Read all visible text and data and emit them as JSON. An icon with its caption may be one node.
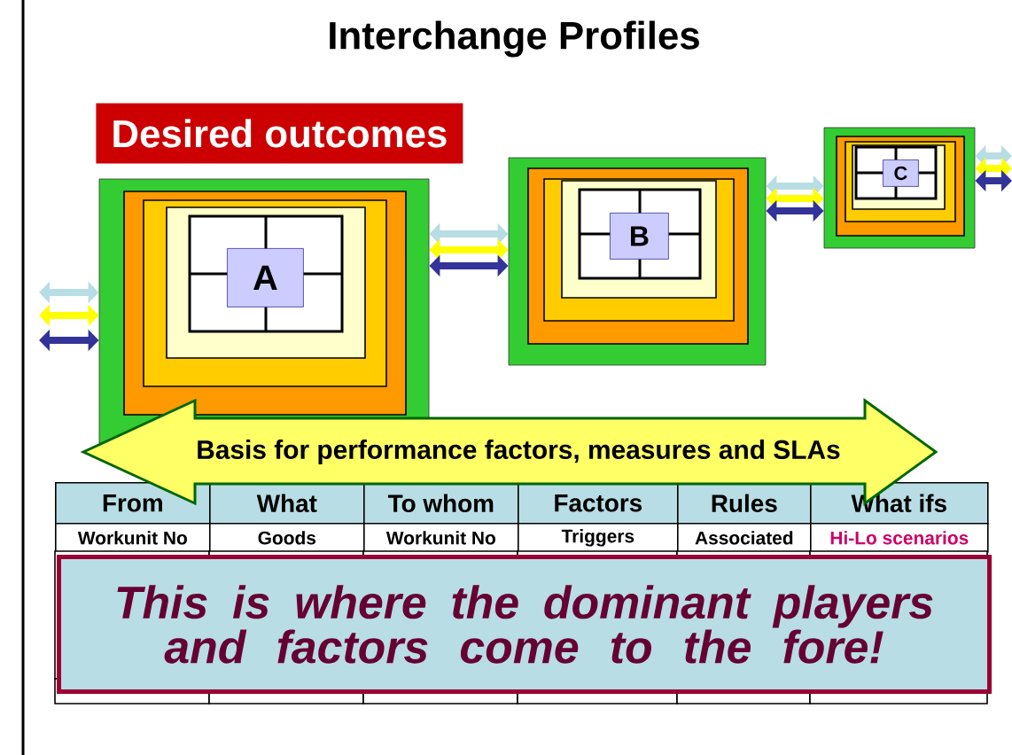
{
  "diagram": {
    "title": "Interchange Profiles",
    "nodes": [
      {
        "text": [
          "Desired outcomes"
        ]
      },
      {
        "text": [],
        "shape": "box"
      },
      {
        "text": [
          "A"
        ],
        "in": 1
      },
      {
        "text": [],
        "shape": "box"
      },
      {
        "text": [
          "B"
        ],
        "in": 3
      },
      {
        "text": [],
        "shape": "box"
      },
      {
        "text": [
          "C"
        ],
        "in": 5
      },
      {
        "text": [
          "Basis for performance factors, measures and SLAs"
        ]
      },
      {
        "text": [
          "This is where the dominant players and factors come to the fore!"
        ]
      }
    ],
    "edges": [
      {
        "from": null,
        "to": 1,
        "arrow": "both",
        "color": "#b8dde4"
      },
      {
        "from": null,
        "to": 1,
        "arrow": "both",
        "color": "#ffff00"
      },
      {
        "from": null,
        "to": 1,
        "arrow": "both",
        "color": "#333399"
      },
      {
        "from": 1,
        "to": 3,
        "arrow": "both",
        "color": "#b8dde4"
      },
      {
        "from": 1,
        "to": 3,
        "arrow": "both",
        "color": "#ffff00"
      },
      {
        "from": 1,
        "to": 3,
        "arrow": "both",
        "color": "#333399"
      },
      {
        "from": 3,
        "to": 5,
        "arrow": "both",
        "color": "#b8dde4"
      },
      {
        "from": 3,
        "to": 5,
        "arrow": "both",
        "color": "#ffff00"
      },
      {
        "from": 3,
        "to": 5,
        "arrow": "both",
        "color": "#333399"
      },
      {
        "from": 5,
        "to": null,
        "arrow": "both",
        "color": "#b8dde4"
      },
      {
        "from": 5,
        "to": null,
        "arrow": "both",
        "color": "#ffff00"
      },
      {
        "from": 5,
        "to": null,
        "arrow": "both",
        "color": "#333399"
      }
    ],
    "labels": [
      "From",
      "What",
      "To whom",
      "Factors",
      "Rules",
      "What ifs",
      "Workunit No",
      "Goods",
      "Workunit No",
      "Triggers",
      "Associated",
      "Hi-Lo scenarios"
    ]
  }
}
